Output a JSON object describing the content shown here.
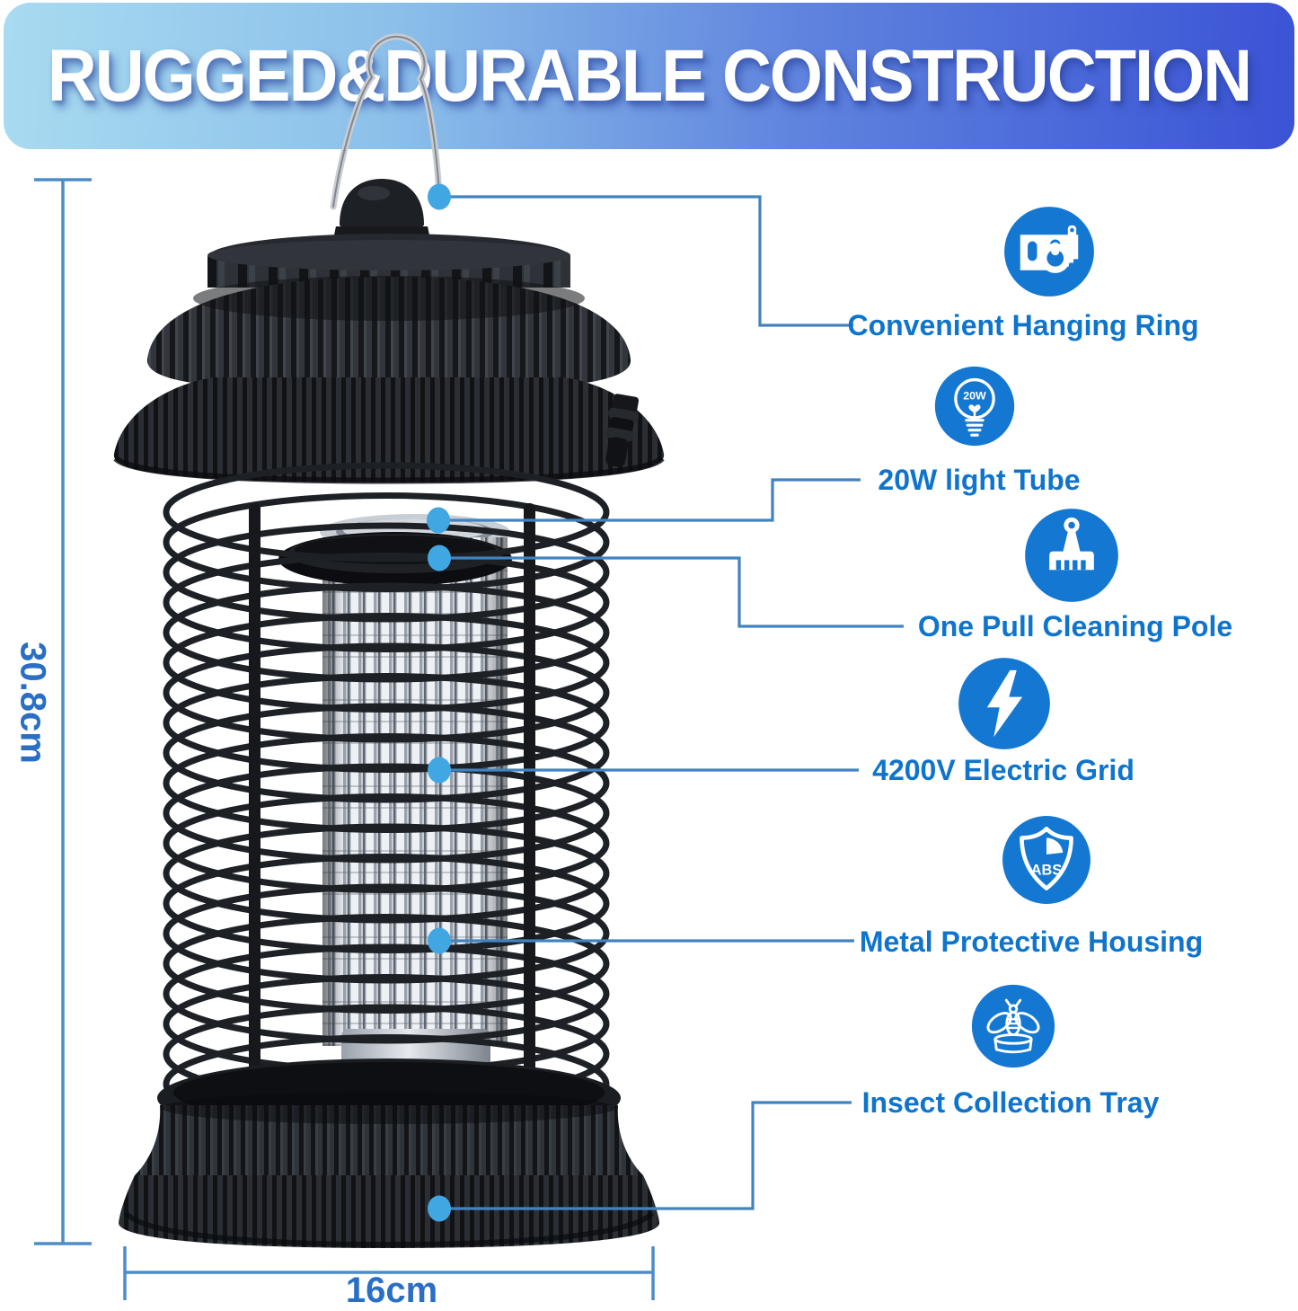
{
  "banner": {
    "title": "RUGGED&DURABLE CONSTRUCTION"
  },
  "callouts": [
    {
      "icon": "hanging-ring-icon",
      "label": "Convenient Hanging Ring"
    },
    {
      "icon": "light-bulb-icon",
      "label": "20W light Tube",
      "bulb_text": "20W"
    },
    {
      "icon": "cleaning-brush-icon",
      "label": "One Pull Cleaning Pole"
    },
    {
      "icon": "lightning-bolt-icon",
      "label": "4200V Electric Grid"
    },
    {
      "icon": "abs-shield-icon",
      "label": "Metal Protective Housing",
      "shield_text": "ABS"
    },
    {
      "icon": "insect-icon",
      "label": "Insect Collection Tray"
    }
  ],
  "dimensions": {
    "height": "30.8cm",
    "width": "16cm"
  },
  "colors": {
    "icon_blue": "#1478d2",
    "label_blue": "#0f74cc",
    "leader_line_blue": "#4283bf",
    "callout_dot_blue": "#41a7e3",
    "dimension_line_blue": "#4e8cc8",
    "dimension_text_blue": "#2a6fc4",
    "banner_gradient_left": "#a8dbf0",
    "banner_gradient_right": "#3b53d6"
  }
}
